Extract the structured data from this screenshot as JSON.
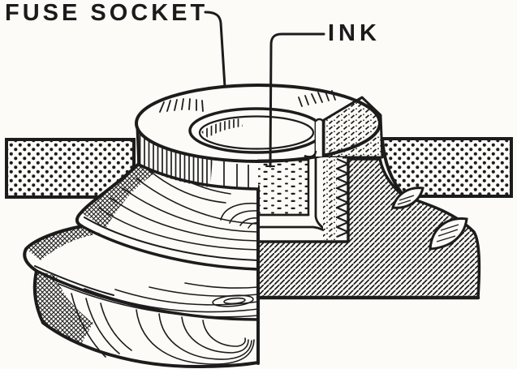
{
  "labels": {
    "fuse_socket": "FUSE SOCKET",
    "ink": "INK"
  },
  "palette": {
    "line": "#1c1c1c",
    "paper": "#fcfbf7"
  },
  "parts": [
    "fuse-socket-ring",
    "ink-pool",
    "ink-cup",
    "threaded-shell",
    "mounting-board-left",
    "mounting-board-right",
    "turned-wood-base-external-half",
    "turned-wood-base-section-half"
  ]
}
